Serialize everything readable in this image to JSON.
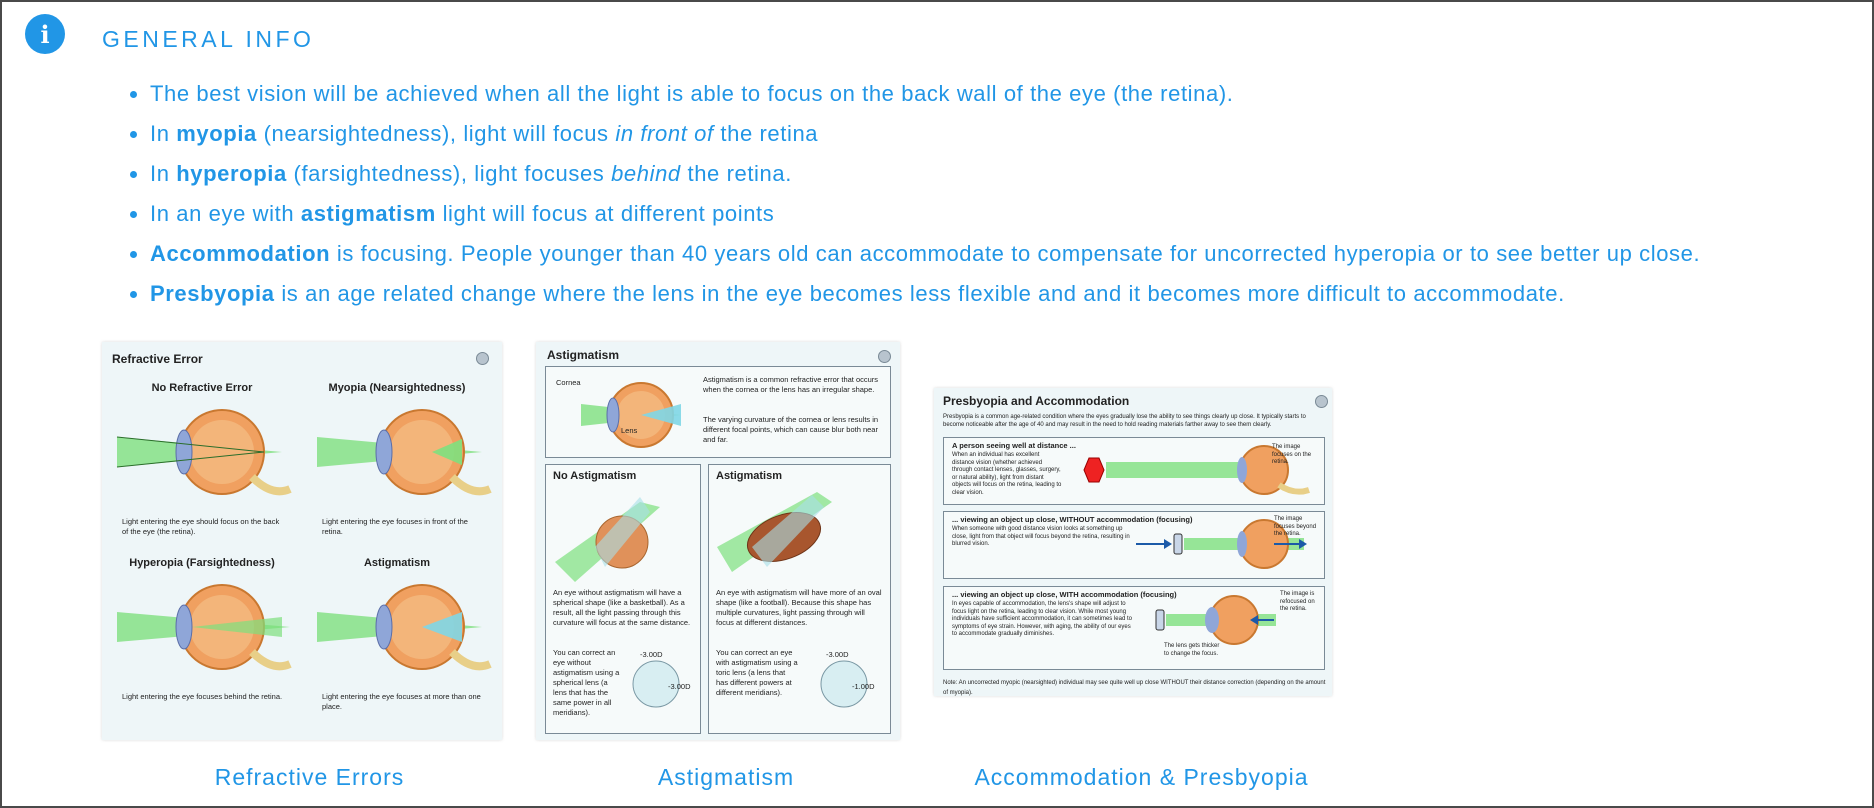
{
  "header": {
    "icon_glyph": "i",
    "title": "GENERAL INFO"
  },
  "bullets": [
    {
      "plain_before": "The best vision will be achieved when all the light is able to focus on the back wall of the eye (the retina).",
      "bold": "",
      "plain_mid": "",
      "italic": "",
      "plain_after": ""
    },
    {
      "plain_before": "In ",
      "bold": "myopia",
      "plain_mid": " (nearsightedness), light will focus ",
      "italic": "in front of",
      "plain_after": " the retina"
    },
    {
      "plain_before": "In ",
      "bold": "hyperopia",
      "plain_mid": " (farsightedness), light focuses ",
      "italic": "behind",
      "plain_after": " the retina."
    },
    {
      "plain_before": "In an eye with ",
      "bold": "astigmatism",
      "plain_mid": " light will focus at different points",
      "italic": "",
      "plain_after": ""
    },
    {
      "plain_before": "",
      "bold": "Accommodation",
      "plain_mid": " is focusing. People younger than 40 years old can accommodate to compensate for uncorrected hyperopia or to see better up close.",
      "italic": "",
      "plain_after": ""
    },
    {
      "plain_before": "",
      "bold": "Presbyopia",
      "plain_mid": " is an age related change where the lens in the eye becomes less flexible and and it becomes more difficult to accommodate.",
      "italic": "",
      "plain_after": ""
    }
  ],
  "figures": {
    "refractive": {
      "title": "Refractive Error",
      "panels": [
        {
          "title": "No Refractive Error",
          "caption": "Light entering the eye should focus on the back of the eye (the retina)."
        },
        {
          "title": "Myopia (Nearsightedness)",
          "caption": "Light entering the eye focuses in front of the retina."
        },
        {
          "title": "Hyperopia (Farsightedness)",
          "caption": "Light entering the eye focuses behind the retina."
        },
        {
          "title": "Astigmatism",
          "caption": "Light entering the eye focuses at more than one place."
        }
      ],
      "label": "Refractive Errors"
    },
    "astigmatism": {
      "title": "Astigmatism",
      "top_label_cornea": "Cornea",
      "top_label_lens": "Lens",
      "top_text_1": "Astigmatism is a common refractive error that occurs when the cornea or the lens has an irregular shape.",
      "top_text_2": "The varying curvature of the cornea or lens results in different focal points, which can cause blur both near and far.",
      "left_title": "No Astigmatism",
      "left_text_1": "An eye without astigmatism will have a spherical shape (like a basketball). As a result, all the light passing through this curvature will focus at the same distance.",
      "left_text_2": "You can correct an eye without astigmatism using a spherical lens (a lens that has the same power in all meridians).",
      "left_lens_a": "-3.00D",
      "left_lens_b": "-3.00D",
      "right_title": "Astigmatism",
      "right_text_1": "An eye with astigmatism will have more of an oval shape (like a football). Because this shape has multiple curvatures, light passing through will focus at different distances.",
      "right_text_2": "You can correct an eye with astigmatism using a toric lens (a lens that has different powers at different meridians).",
      "right_lens_a": "-3.00D",
      "right_lens_b": "-1.00D",
      "label": "Astigmatism"
    },
    "presbyopia": {
      "title": "Presbyopia and Accommodation",
      "intro": "Presbyopia is a common age-related condition where the eyes gradually lose the ability to see things clearly up close. It typically starts to become noticeable after the age of 40 and may result in the need to hold reading materials farther away to see them clearly.",
      "rows": [
        {
          "title": "A person seeing well at distance ...",
          "text": "When an individual has excellent distance vision (whether achieved through contact lenses, glasses, surgery, or natural ability), light from distant objects will focus on the retina, leading to clear vision.",
          "note": "The image focuses on the retina."
        },
        {
          "title": "... viewing an object up close, WITHOUT accommodation (focusing)",
          "text": "When someone with good distance vision looks at something up close, light from that object will focus beyond the retina, resulting in blurred vision.",
          "note": "The image focuses beyond the retina."
        },
        {
          "title": "... viewing an object up close, WITH accommodation (focusing)",
          "text": "In eyes capable of accommodation, the lens's shape will adjust to focus light on the retina, leading to clear vision. While most young individuals have sufficient accommodation, it can sometimes lead to symptoms of eye strain. However, with aging, the ability of our eyes to accommodate gradually diminishes.",
          "note": "The image is refocused on the retina."
        }
      ],
      "lens_note": "The lens gets thicker to change the focus.",
      "footnote": "Note: An uncorrected myopic (nearsighted) individual may see quite well up close WITHOUT their distance correction (depending on the amount of myopia).",
      "label": "Accommodation & Presbyopia"
    }
  },
  "colors": {
    "accent": "#2196e6",
    "light_beam": "#7ee07e",
    "eye_orange": "#f0a060"
  }
}
